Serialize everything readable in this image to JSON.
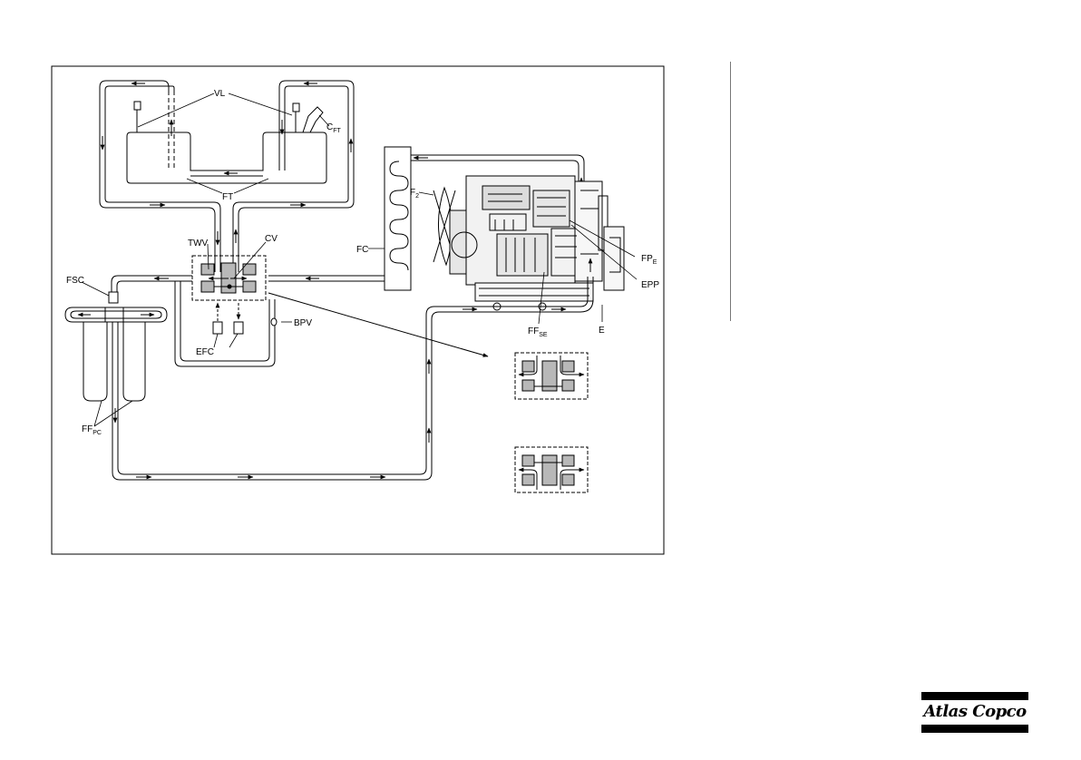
{
  "labels": {
    "vl": "VL",
    "cft_main": "C",
    "cft_sub": "FT",
    "ft": "FT",
    "f2_main": "F",
    "f2_sub": "2",
    "twv": "TWV",
    "cv": "CV",
    "fc": "FC",
    "fpe_main": "FP",
    "fpe_sub": "E",
    "epp": "EPP",
    "fsc": "FSC",
    "bpv": "BPV",
    "efc": "EFC",
    "ffse_main": "FF",
    "ffse_sub": "SE",
    "e": "E",
    "ffpc_main": "FF",
    "ffpc_sub": "PC"
  },
  "brand": {
    "name": "Atlas Copco",
    "color": "#000000"
  },
  "colors": {
    "line": "#000000",
    "valve_fill": "#b8b8b8"
  }
}
